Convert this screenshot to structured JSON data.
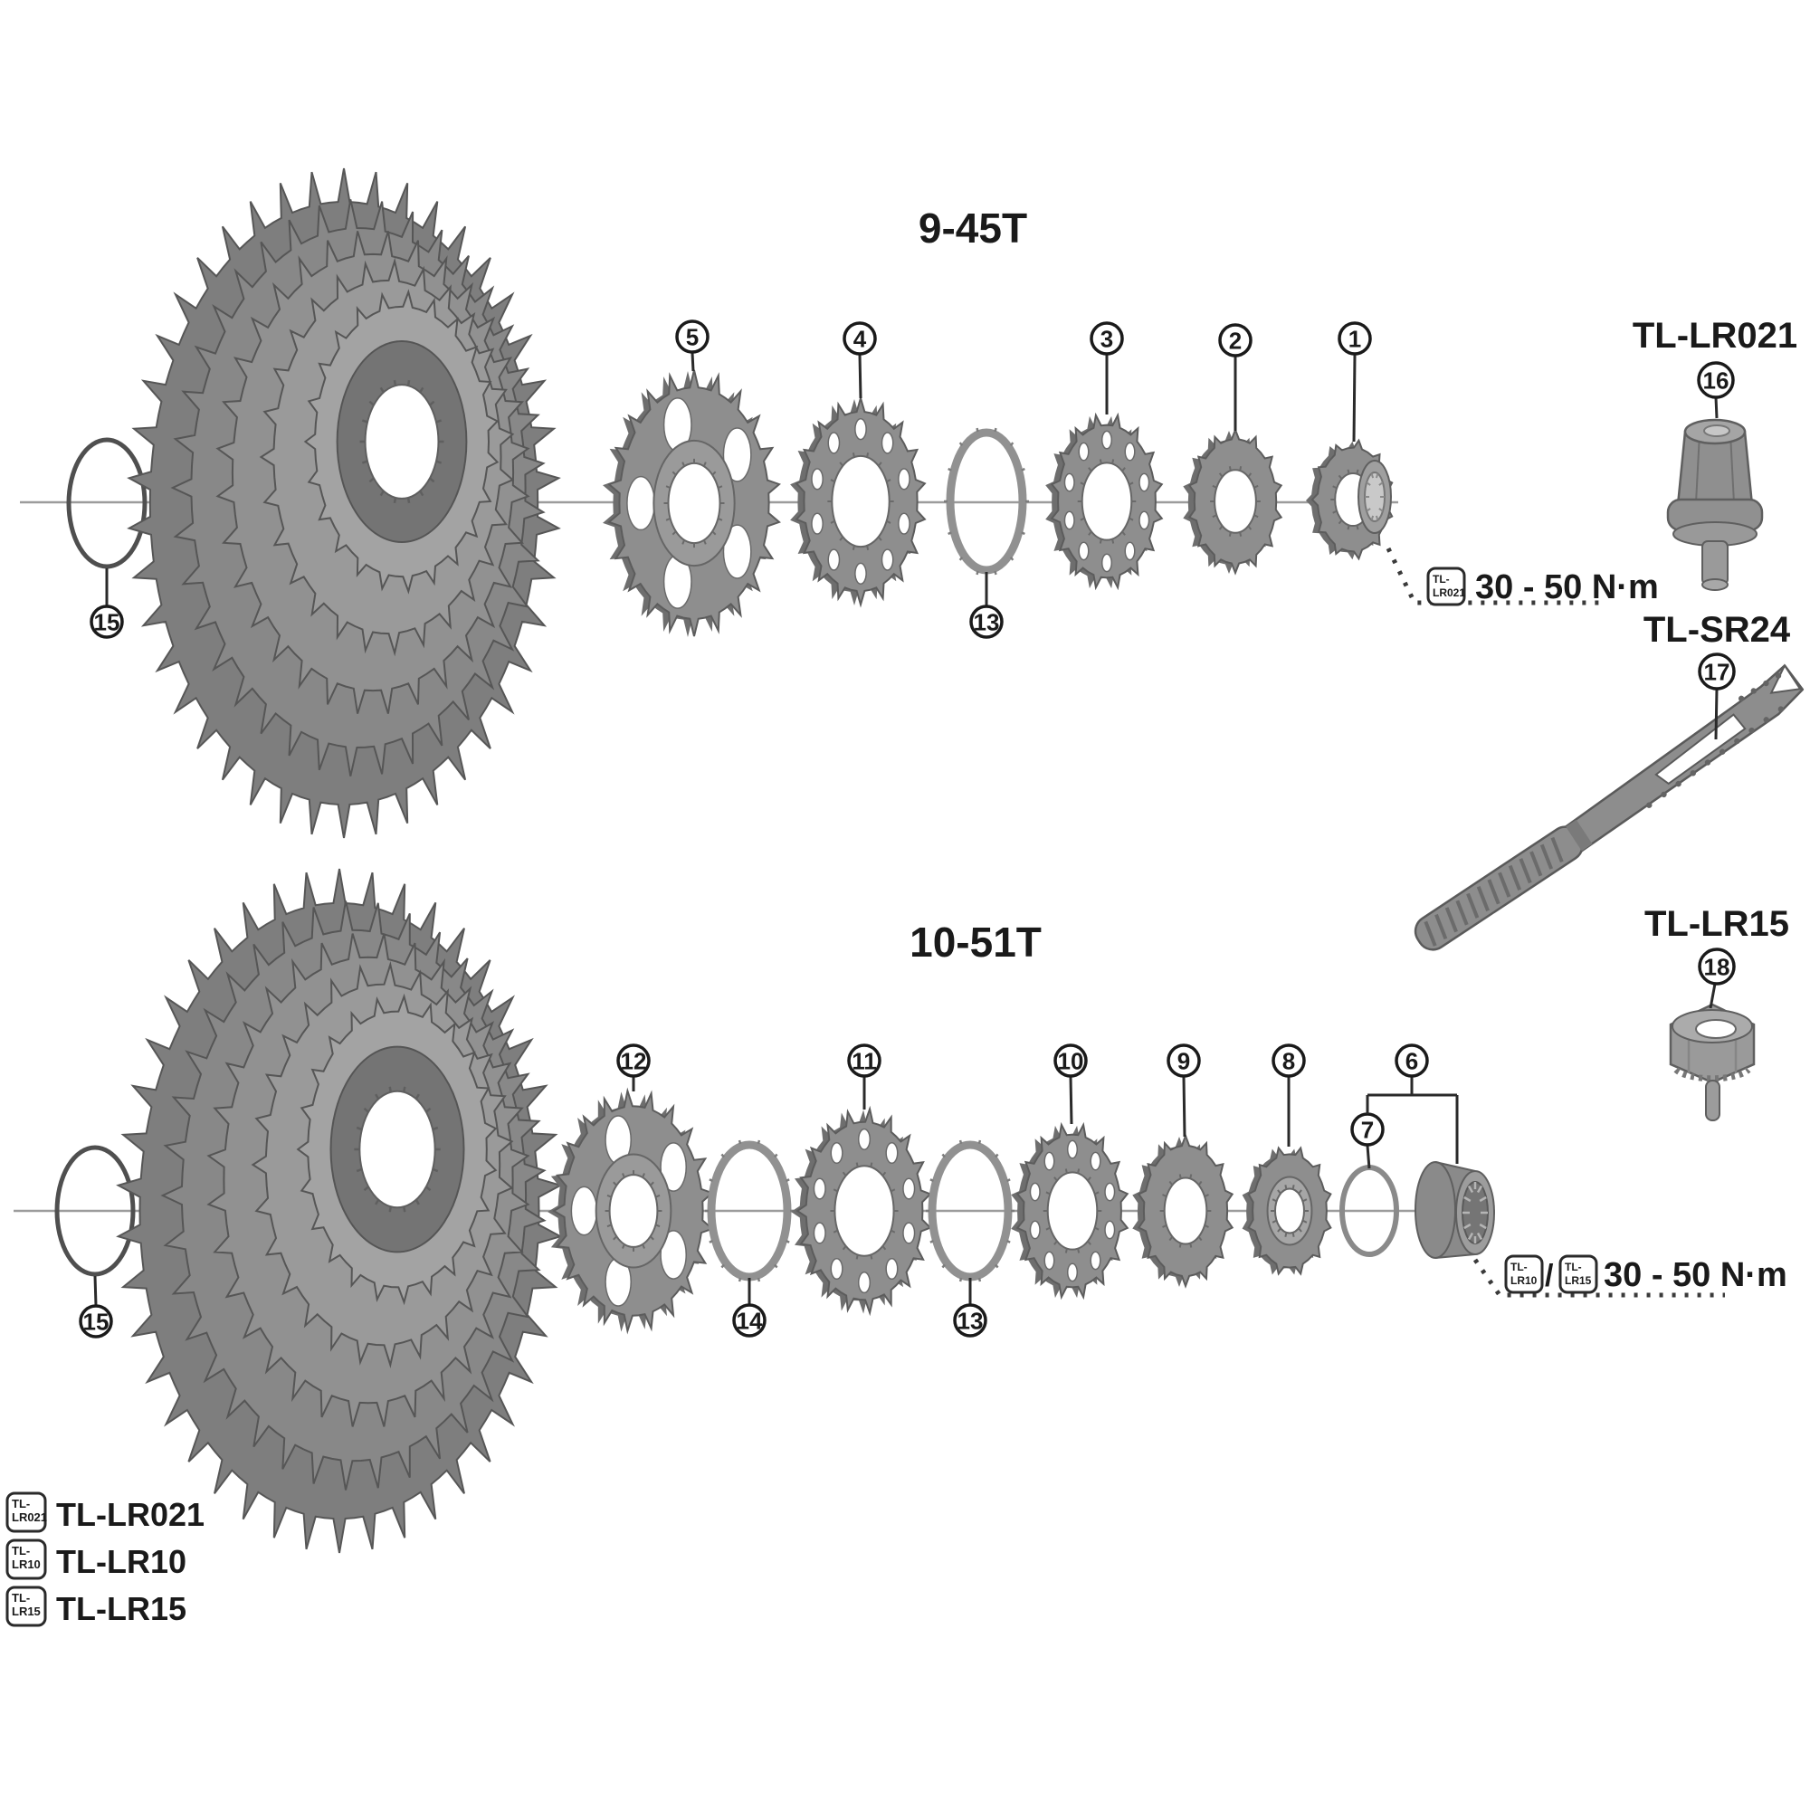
{
  "sections": {
    "top": {
      "title": "9-45T"
    },
    "bottom": {
      "title": "10-51T"
    }
  },
  "tools": [
    {
      "name": "TL-LR021",
      "callout": "16"
    },
    {
      "name": "TL-SR24",
      "callout": "17"
    },
    {
      "name": "TL-LR15",
      "callout": "18"
    }
  ],
  "torque_notes": [
    {
      "badges": [
        "TL-LR021"
      ],
      "separator": "",
      "value": "30 - 50 N·m"
    },
    {
      "badges": [
        "TL-LR10",
        "TL-LR15"
      ],
      "separator": "/",
      "value": "30 - 50 N·m"
    }
  ],
  "badges": {
    "TL-LR021": [
      "TL-",
      "LR021"
    ],
    "TL-LR10": [
      "TL-",
      "LR10"
    ],
    "TL-LR15": [
      "TL-",
      "LR15"
    ]
  },
  "legend": [
    {
      "badge": "TL-LR021",
      "label": "TL-LR021"
    },
    {
      "badge": "TL-LR10",
      "label": "TL-LR10"
    },
    {
      "badge": "TL-LR15",
      "label": "TL-LR15"
    }
  ],
  "callouts": {
    "top": [
      "5",
      "4",
      "3",
      "2",
      "1",
      "13",
      "15"
    ],
    "bottom": [
      "12",
      "11",
      "10",
      "9",
      "8",
      "7",
      "6",
      "14",
      "13",
      "15"
    ],
    "tools": [
      "16",
      "17",
      "18"
    ]
  },
  "colors": {
    "metal": "#8e8e8e",
    "metal_dark": "#5c5c5c",
    "text": "#1a1a1a",
    "leader": "#2a2a2a",
    "axis": "#9c9c9c"
  }
}
